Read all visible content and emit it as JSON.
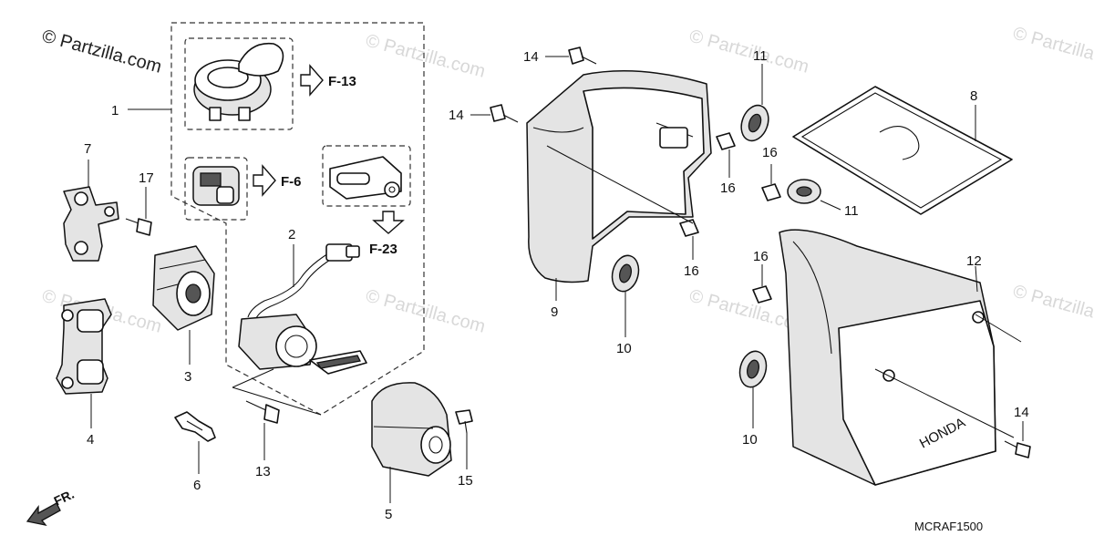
{
  "watermark": {
    "main": "© Partzilla.com",
    "faint": "© Partzilla.com"
  },
  "diagram_code": "MCRAF1500",
  "direction_label": "FR.",
  "references": {
    "f13": "F-13",
    "f6": "F-6",
    "f23": "F-23"
  },
  "callouts": {
    "c1": "1",
    "c2": "2",
    "c3": "3",
    "c4": "4",
    "c5": "5",
    "c6": "6",
    "c7": "7",
    "c8": "8",
    "c9": "9",
    "c10a": "10",
    "c10b": "10",
    "c11a": "11",
    "c11b": "11",
    "c12": "12",
    "c13": "13",
    "c14a": "14",
    "c14b": "14",
    "c14c": "14",
    "c15": "15",
    "c16a": "16",
    "c16b": "16",
    "c16c": "16",
    "c16d": "16",
    "c17": "17"
  },
  "brand_mark": "HONDA"
}
